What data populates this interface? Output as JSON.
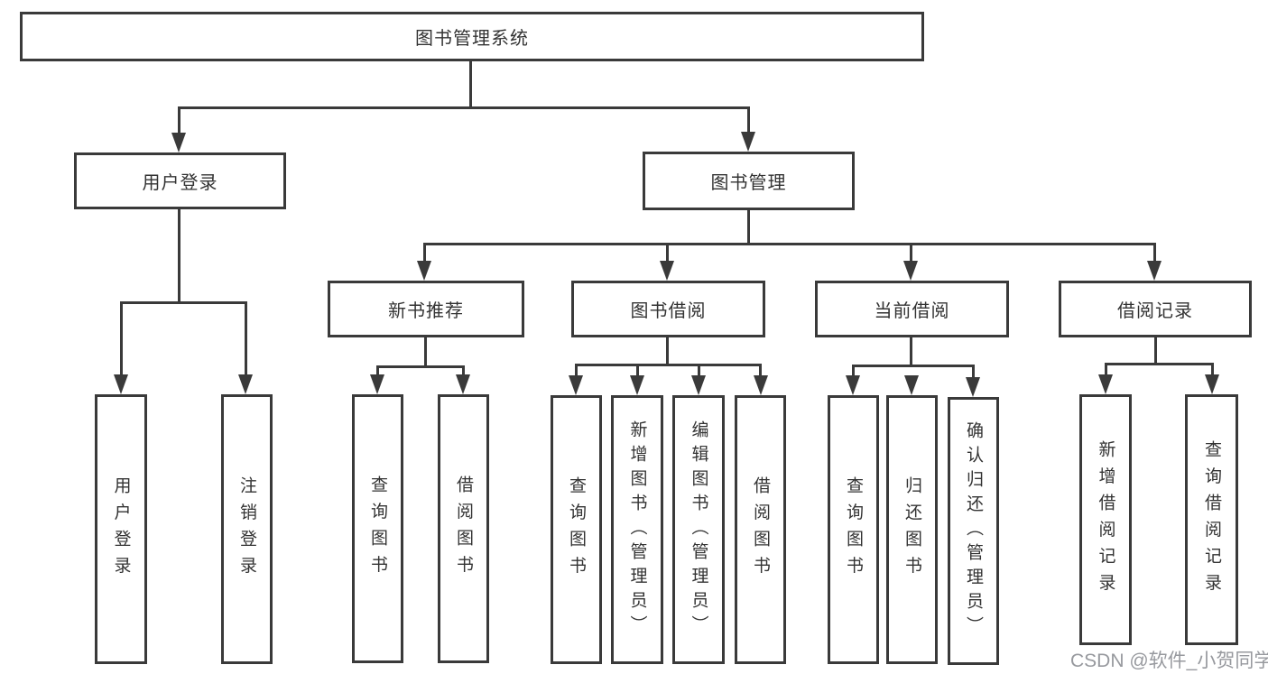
{
  "tree": {
    "root": {
      "label": "图书管理系统"
    },
    "level2": [
      {
        "label": "用户登录"
      },
      {
        "label": "图书管理"
      }
    ],
    "level3": [
      {
        "label": "新书推荐"
      },
      {
        "label": "图书借阅"
      },
      {
        "label": "当前借阅"
      },
      {
        "label": "借阅记录"
      }
    ],
    "leaves": {
      "user_login": [
        {
          "label": "用户登录"
        },
        {
          "label": "注销登录"
        }
      ],
      "new_book_recommend": [
        {
          "label": "查询图书"
        },
        {
          "label": "借阅图书"
        }
      ],
      "book_borrow": [
        {
          "label": "查询图书"
        },
        {
          "label": "新增图书（管理员）"
        },
        {
          "label": "编辑图书（管理员）"
        },
        {
          "label": "借阅图书"
        }
      ],
      "current_borrow": [
        {
          "label": "查询图书"
        },
        {
          "label": "归还图书"
        },
        {
          "label": "确认归还（管理员）"
        }
      ],
      "borrow_records": [
        {
          "label": "新增借阅记录"
        },
        {
          "label": "查询借阅记录"
        }
      ]
    }
  },
  "watermark": {
    "text": "CSDN @软件_小贺同学"
  },
  "colors": {
    "line": "#3a3a3a",
    "text": "#333333",
    "background": "#ffffff",
    "watermark": "#97999e"
  }
}
